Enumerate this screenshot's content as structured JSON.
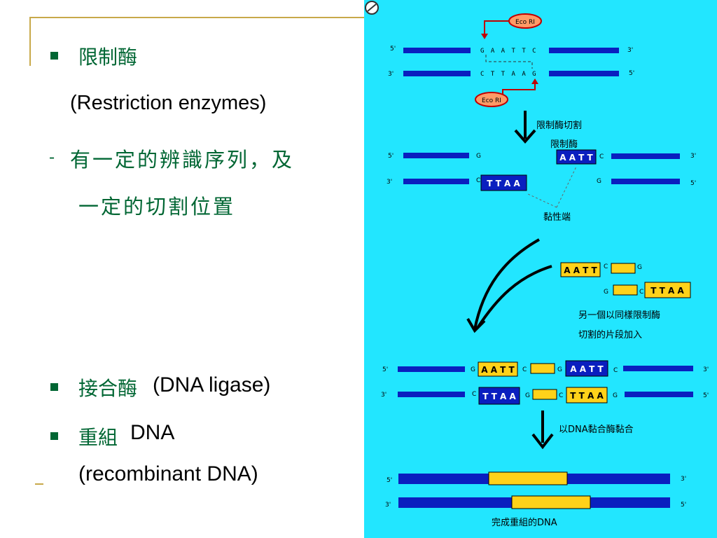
{
  "left": {
    "bullet1": "限制酶",
    "bullet1_en": "(Restriction enzymes)",
    "sub_dash": "-",
    "sub_line1": "有一定的辨識序列，及",
    "sub_line2": "一定的切割位置",
    "bullet2_zh": "接合酶",
    "bullet2_en": "(DNA ligase)",
    "bullet3_zh": "重組",
    "bullet3_en": "DNA",
    "bullet3_en2": "(recombinant DNA)"
  },
  "diagram": {
    "background": "#22e6ff",
    "strand_color": "#0a1fbf",
    "insert_color": "#ffd21a",
    "enzyme_label": "Eco RI",
    "top_seq": "G A A T T C",
    "bottom_seq": "C T T A A G",
    "end5": "5'",
    "end3": "3'",
    "G": "G",
    "C": "C",
    "AATT": "A A T T",
    "TTAA": "T T A A",
    "cut_label": "限制酶切割",
    "cut_label2": "限制酶",
    "sticky_label": "黏性端",
    "other_label1": "另一個以同樣限制酶",
    "other_label2": "切割的片段加入",
    "ligase_label": "以DNA黏合酶黏合",
    "final_label": "完成重組的DNA"
  }
}
